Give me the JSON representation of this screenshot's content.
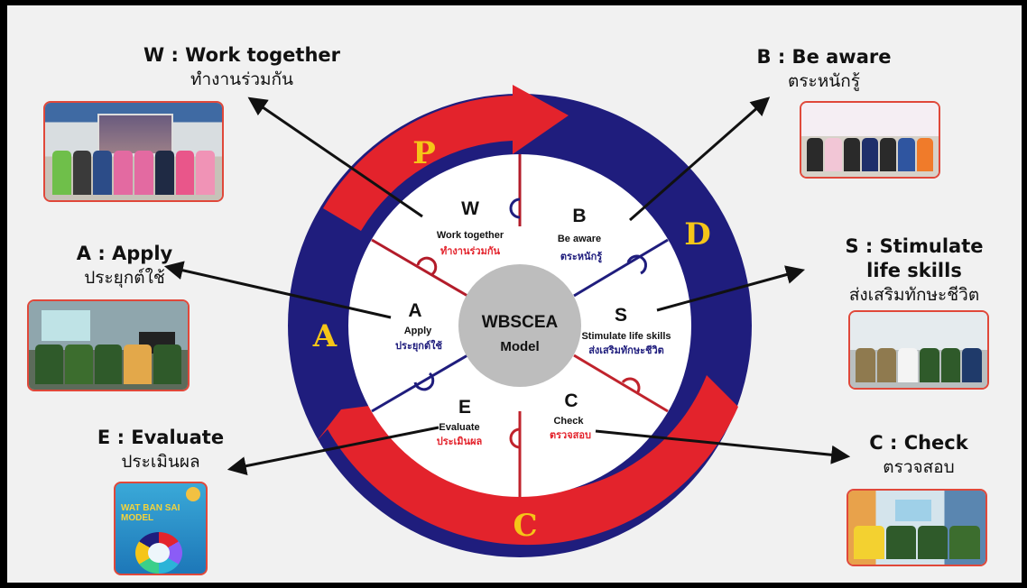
{
  "center": {
    "title": "WBSCEA",
    "subtitle": "Model"
  },
  "cycle_letters": {
    "p": "P",
    "d": "D",
    "c": "C",
    "a": "A"
  },
  "segments": [
    {
      "letter": "W",
      "en": "Work together",
      "th": "ทำงานร่วมกัน"
    },
    {
      "letter": "B",
      "en": "Be aware",
      "th": "ตระหนักรู้"
    },
    {
      "letter": "S",
      "en": "Stimulate life skills",
      "th": "ส่งเสริมทักษะชีวิต"
    },
    {
      "letter": "C",
      "en": "Check",
      "th": "ตรวจสอบ"
    },
    {
      "letter": "E",
      "en": "Evaluate",
      "th": "ประเมินผล"
    },
    {
      "letter": "A",
      "en": "Apply",
      "th": "ประยุกต์ใช้"
    }
  ],
  "callouts": {
    "w": {
      "title": "W : Work together",
      "thai": "ทำงานร่วมกัน"
    },
    "b": {
      "title": "B : Be aware",
      "thai": "ตระหนักรู้"
    },
    "a": {
      "title": "A : Apply",
      "thai": "ประยุกต์ใช้"
    },
    "s": {
      "title": "S : Stimulate",
      "title2": "life skills",
      "thai": "ส่งเสริมทักษะชีวิต"
    },
    "e": {
      "title": "E : Evaluate",
      "thai": "ประเมินผล"
    },
    "c": {
      "title": "C : Check",
      "thai": "ตรวจสอบ"
    }
  },
  "poster": {
    "line1": "WAT BAN SAI",
    "line2": "MODEL"
  },
  "colors": {
    "navy": "#1f1d7d",
    "red": "#e3232c",
    "yellow": "#f5c518",
    "hub": "#bdbdbd",
    "photo_border": "#e0483a"
  }
}
